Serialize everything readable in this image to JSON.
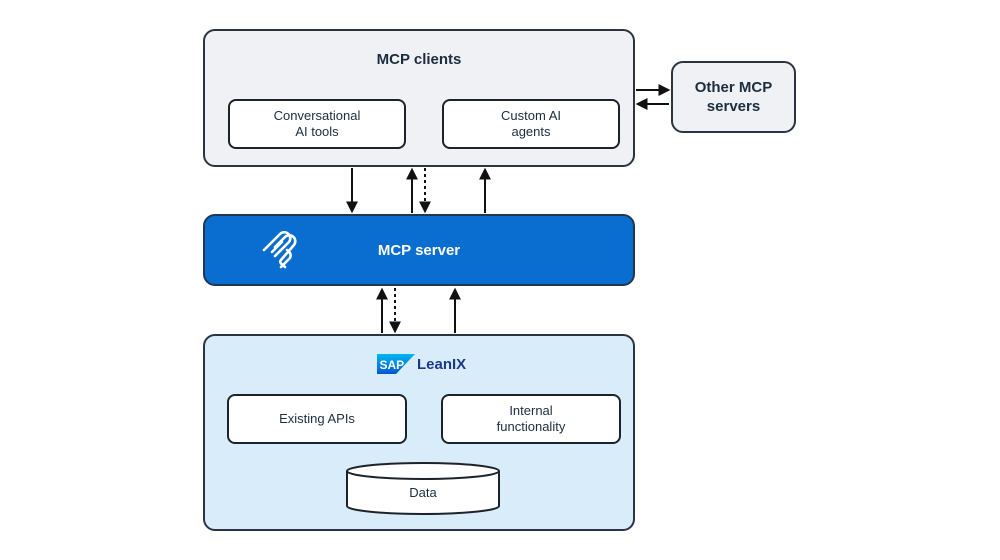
{
  "clients": {
    "title": "MCP clients",
    "conversational": "Conversational\nAI tools",
    "custom_agents": "Custom AI\nagents"
  },
  "other_servers": {
    "label": "Other MCP\nservers"
  },
  "server": {
    "label": "MCP server",
    "icon": "mcp-logo-icon"
  },
  "leanix": {
    "brand_mark": "SAP",
    "brand_name": "LeanIX",
    "existing_apis": "Existing APIs",
    "internal": "Internal\nfunctionality",
    "data": "Data"
  },
  "colors": {
    "server_blue": "#0a6ed1",
    "clients_bg": "#eff1f4",
    "leanix_bg": "#d9ecfa",
    "brand_blue": "#1b3a88"
  }
}
